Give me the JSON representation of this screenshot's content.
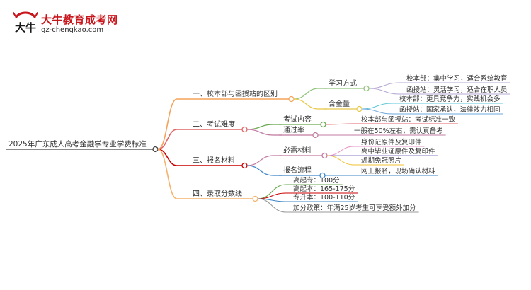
{
  "logo": {
    "name": "大牛教育成考网",
    "url": "gz-chengkao.com",
    "mark_text": "大牛"
  },
  "root": {
    "label": "2025年广东成人高考金融学专业学费标准"
  },
  "branches": [
    {
      "label": "一、校本部与函授站的区别",
      "color": "#f5a25a",
      "children": [
        {
          "label": "学习方式",
          "color": "#93c47d",
          "children": [
            {
              "label": "校本部：集中学习，适合系统教育",
              "color": "#b4a7d6"
            },
            {
              "label": "函授站：灵活学习，适合在职人员",
              "color": "#b4a7d6"
            }
          ]
        },
        {
          "label": "含金量",
          "color": "#e8c84a",
          "children": [
            {
              "label": "校本部：更具竞争力，实践机会多",
              "color": "#5fc8d8"
            },
            {
              "label": "函授站：国家承认，法律效力相同",
              "color": "#6fa8dc"
            }
          ]
        }
      ]
    },
    {
      "label": "二、考试难度",
      "color": "#e06666",
      "children": [
        {
          "label": "考试内容",
          "color": "#6aa84f",
          "children": [
            {
              "label": "校本部与函授站：考试标准一致",
              "color": "#e06666"
            }
          ]
        },
        {
          "label": "通过率",
          "color": "#c27ba0",
          "children": [
            {
              "label": "一般在50%左右，需认真备考",
              "color": "#c27ba0"
            }
          ]
        }
      ]
    },
    {
      "label": "三、报名材料",
      "color": "#cc0000",
      "children": [
        {
          "label": "必需材料",
          "color": "#c27ba0",
          "children": [
            {
              "label": "身份证原件及复印件",
              "color": "#e691c7"
            },
            {
              "label": "高中毕业证原件及复印件",
              "color": "#8e7cc3"
            },
            {
              "label": "近期免冠照片",
              "color": "#f1c232"
            }
          ]
        },
        {
          "label": "报名流程",
          "color": "#3d85c6",
          "children": [
            {
              "label": "网上报名，现场确认材料",
              "color": "#3d85c6"
            }
          ]
        }
      ]
    },
    {
      "label": "四、录取分数线",
      "color": "#f6b26b",
      "children": [
        {
          "label": "高起专：100分",
          "color": "#6aa84f"
        },
        {
          "label": "高起本：165-175分",
          "color": "#cc0000"
        },
        {
          "label": "专升本：100-110分",
          "color": "#3d85c6"
        },
        {
          "label": "加分政策：年满25岁考生可享受额外加分",
          "color": "#999999"
        }
      ]
    }
  ]
}
